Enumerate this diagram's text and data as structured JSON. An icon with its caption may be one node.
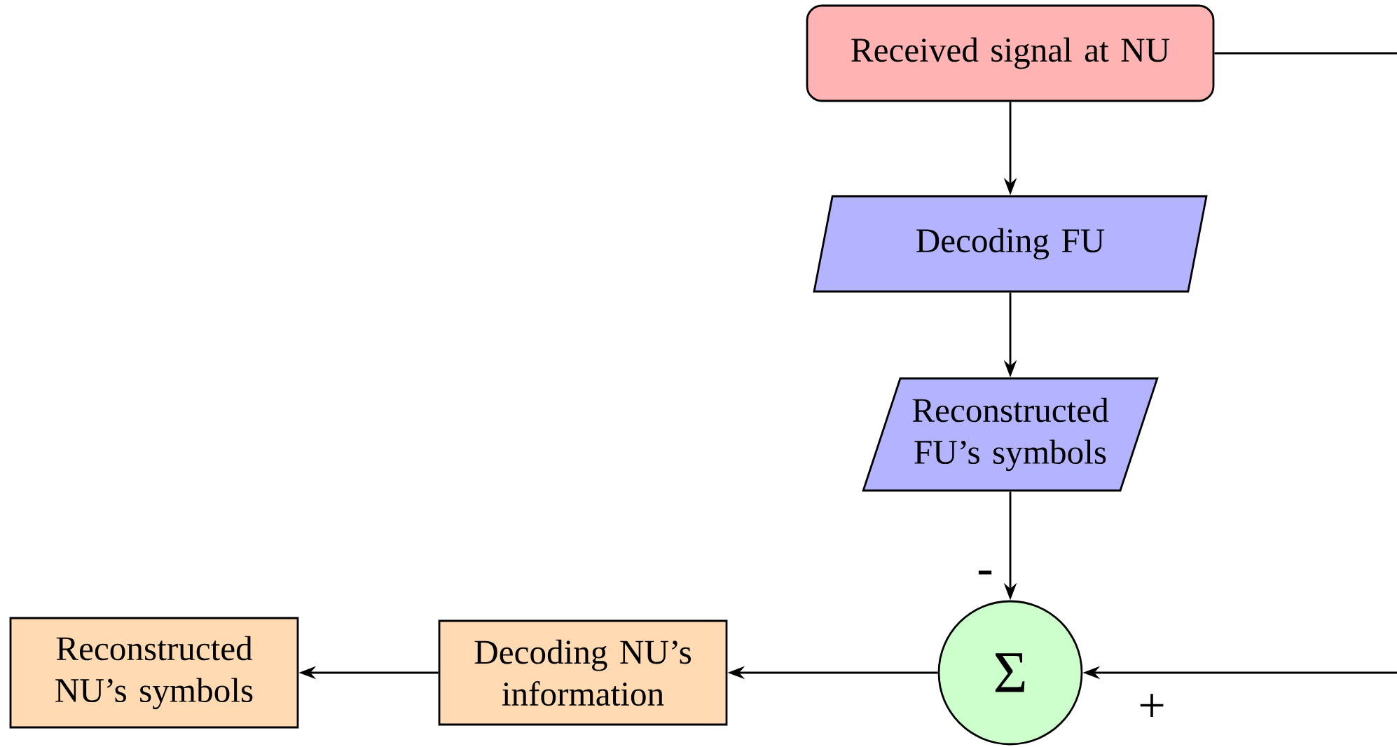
{
  "diagram": {
    "nodes": [
      {
        "text": [
          "Received signal at NU"
        ]
      },
      {
        "text": [
          "Decoding FU"
        ]
      },
      {
        "text": [
          "Reconstructed FU’s symbols"
        ]
      },
      {
        "text": [
          "Σ"
        ]
      },
      {
        "text": [
          "Decoding NU’s information"
        ]
      },
      {
        "text": [
          "Reconstructed NU’s symbols"
        ]
      }
    ],
    "edges": [
      {
        "from": 0,
        "to": 1,
        "arrow": "to"
      },
      {
        "from": 1,
        "to": 2,
        "arrow": "to"
      },
      {
        "from": 2,
        "to": 3,
        "arrow": "to",
        "label": "-"
      },
      {
        "from": 0,
        "to": 3,
        "arrow": "to",
        "label": "+"
      },
      {
        "from": 3,
        "to": 4,
        "arrow": "to"
      },
      {
        "from": 4,
        "to": 5,
        "arrow": "to"
      }
    ]
  }
}
